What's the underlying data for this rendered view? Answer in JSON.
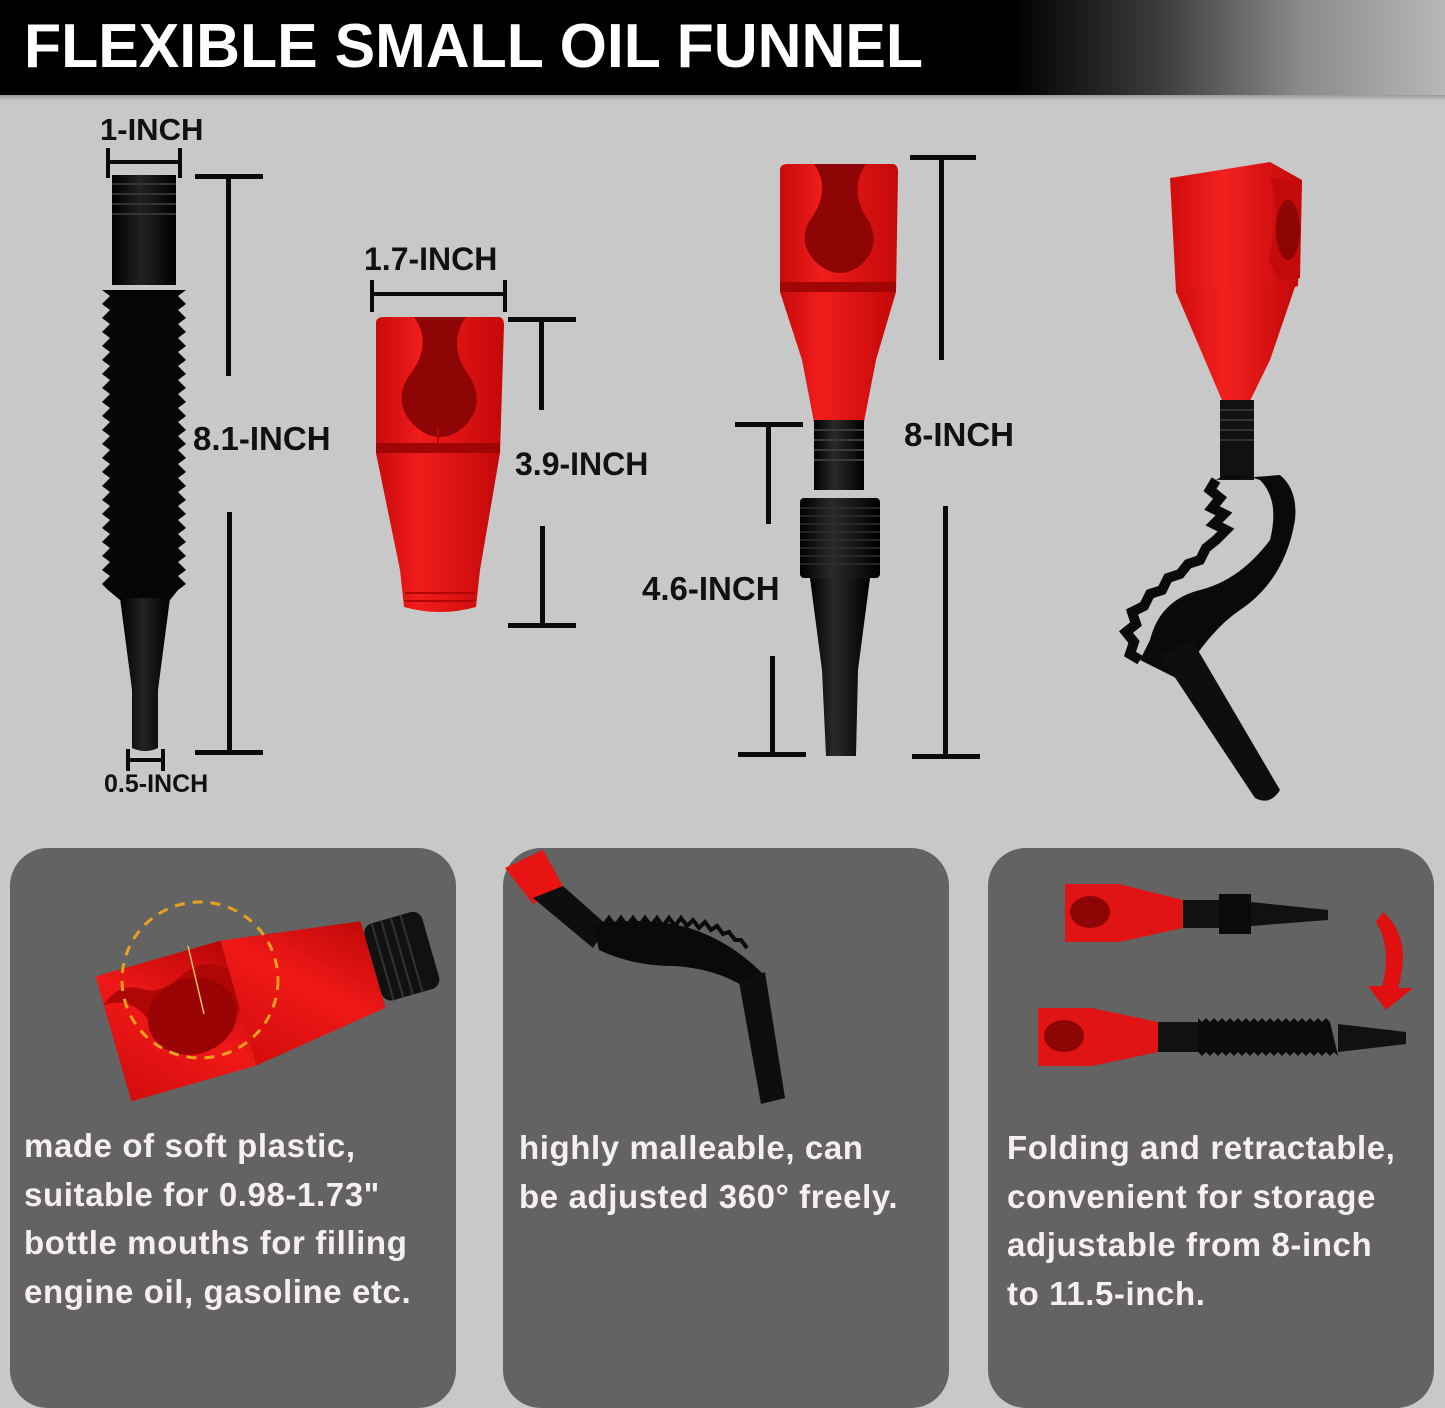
{
  "header": {
    "title": "FLEXIBLE SMALL OIL FUNNEL"
  },
  "colors": {
    "background": "#c8c8c8",
    "header_bg": "#000000",
    "card_bg": "#636363",
    "funnel_red": "#e01010",
    "funnel_black": "#0e0e0e",
    "dimension_lines": "#0a0a0a",
    "card_text": "#f6eef0",
    "highlight_circle": "#e8a020"
  },
  "dimensions": {
    "spout": {
      "top_width": "1-INCH",
      "length": "8.1-INCH",
      "tip_width": "0.5-INCH"
    },
    "funnel_head": {
      "width": "1.7-INCH",
      "height": "3.9-INCH"
    },
    "assembled": {
      "total_length": "8-INCH",
      "lower_section": "4.6-INCH"
    }
  },
  "product_views": [
    {
      "name": "spout",
      "description": "black corrugated flexible spout"
    },
    {
      "name": "funnel-head",
      "description": "red funnel head"
    },
    {
      "name": "assembled-funnel",
      "description": "red head with black threaded spout, straight"
    },
    {
      "name": "bent-funnel",
      "description": "assembled funnel with bent spout"
    }
  ],
  "features": [
    {
      "illustration": "funnel-head-closeup",
      "lines": [
        "made of soft plastic,",
        "suitable for 0.98-1.73\"",
        "bottle mouths for filling",
        "engine oil, gasoline etc."
      ]
    },
    {
      "illustration": "bent-spout",
      "lines": [
        "highly malleable, can",
        "be adjusted 360° freely."
      ]
    },
    {
      "illustration": "retract-extend",
      "lines": [
        "Folding and retractable,",
        "convenient for storage",
        "adjustable from 8-inch",
        "to 11.5-inch."
      ]
    }
  ]
}
